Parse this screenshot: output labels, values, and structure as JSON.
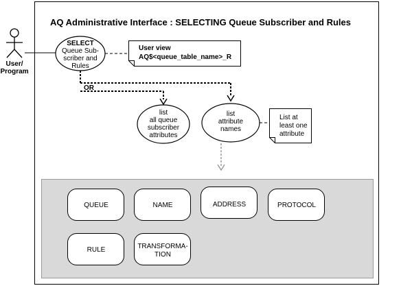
{
  "title": "AQ Administrative Interface : SELECTING Queue Subscriber and Rules",
  "actor": {
    "label_line1": "User/",
    "label_line2": "Program"
  },
  "select_node": {
    "line1": "SELECT",
    "line2": "Queue Sub-",
    "line3": "scriber and",
    "line4": "Rules"
  },
  "user_view_note": {
    "line1": "User view",
    "line2": "AQ$<queue_table_name>_R"
  },
  "or_label": "OR",
  "list_all_node": {
    "line1": "list",
    "line2": "all queue",
    "line3": "subscriber",
    "line4": "attributes"
  },
  "list_names_node": {
    "line1": "list",
    "line2": "attribute",
    "line3": "names"
  },
  "list_note": {
    "line1": "List at",
    "line2": "least one",
    "line3": "attribute"
  },
  "attributes": {
    "queue": "QUEUE",
    "name": "NAME",
    "address": "ADDRESS",
    "protocol": "PROTOCOL",
    "rule": "RULE",
    "transformation_line1": "TRANSFORMA-",
    "transformation_line2": "TION"
  }
}
